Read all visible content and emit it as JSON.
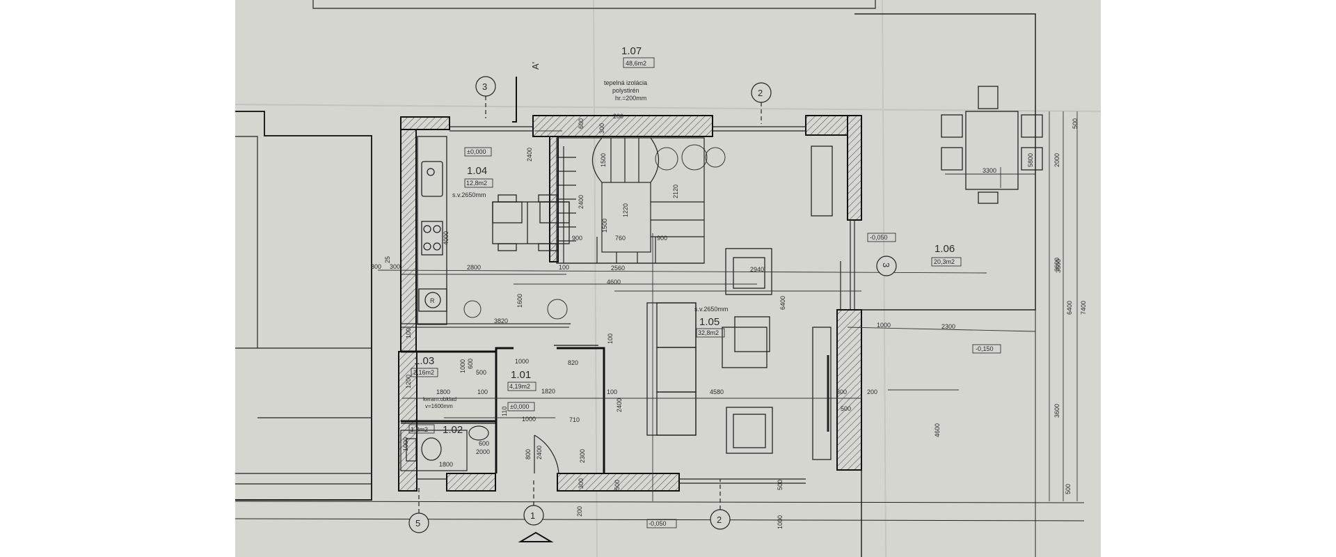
{
  "rooms": {
    "r107": {
      "id": "1.07",
      "area": "48,6m2"
    },
    "r104": {
      "id": "1.04",
      "area": "12,8m2",
      "height": "s.v.2650mm",
      "level": "±0,000"
    },
    "r105": {
      "id": "1.05",
      "area": "32,8m2",
      "height": "s.v.2650mm"
    },
    "r106": {
      "id": "1.06",
      "area": "20,3m2",
      "level": "-0,050"
    },
    "r103": {
      "id": "1.03",
      "area": "2,16m2"
    },
    "r101": {
      "id": "1.01",
      "area": "4,19m2",
      "level": "±0,000"
    },
    "r102": {
      "id": "1.02",
      "area": "1,8m2"
    }
  },
  "annotations": {
    "insulation_1": "tepelná izolácia",
    "insulation_2": "polystirén",
    "insulation_3": "hr.=200mm",
    "tiling_1": "keram.obklad",
    "tiling_2": "v=1600mm",
    "section_mark": "A'",
    "fridge_mark": "R"
  },
  "levels": {
    "ext_south": "-0,050",
    "ext_east": "-0,150"
  },
  "axes": {
    "a3_top": "3",
    "a2_top": "2",
    "a3_right": "3",
    "a5_bottom": "5",
    "a1_bottom": "1",
    "a2_bottom": "2"
  },
  "dimensions": {
    "d200_top": "200",
    "d600_stair": "600",
    "d300_stair": "300",
    "d2400_kit": "2400",
    "d1500_a": "1500",
    "d2400_stair": "2400",
    "d1220": "1220",
    "d2120": "2120",
    "d900_a": "900",
    "d760": "760",
    "d900_b": "900",
    "d1500_b": "1500",
    "d4000": "4000",
    "d300_wl": "300",
    "d25": "25",
    "d300_wl2": "300",
    "d2800": "2800",
    "d100_a": "100",
    "d2560": "2560",
    "d2940": "2940",
    "d4600": "4600",
    "d1600_v": "1600",
    "d6400_v": "6400",
    "d3820": "3820",
    "d100_b": "100",
    "d1000_a": "1000",
    "d820": "820",
    "d100_c": "100",
    "d1000_b": "1000",
    "d600_a": "600",
    "d500_a": "500",
    "d1200": "1200",
    "d1800_a": "1800",
    "d100_d": "100",
    "d1820": "1820",
    "d100_e": "100",
    "d4580": "4580",
    "d300_r": "300",
    "d200_r": "200",
    "d500_r": "500",
    "d1000_c": "1000",
    "d710": "710",
    "d2400_v": "2400",
    "d1000_wc": "1000",
    "d600_wc": "600",
    "d2000_wc": "2000",
    "d1800_wc": "1800",
    "d110": "110",
    "d800": "800",
    "d2400_door": "2400",
    "d2300": "2300",
    "d300_b": "300",
    "d500_b": "500",
    "d200_b": "200",
    "d500_c": "500",
    "d1000_d": "1000",
    "d1000_e": "1000",
    "d2300_ext": "2300",
    "d3300": "3300",
    "d5800": "5800",
    "d4600_ext": "4600",
    "d500_far": "500",
    "d2000_far": "2000",
    "d3600_a": "3600",
    "d3600_b": "3600",
    "d6400_far": "6400",
    "d7400_far": "7400",
    "d3600_far": "3600",
    "d500_far_b": "500"
  }
}
